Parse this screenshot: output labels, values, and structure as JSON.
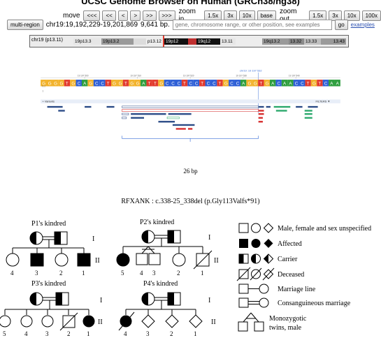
{
  "ucsc": {
    "title": "UCSC Genome Browser on Human (GRCh38/hg38)",
    "move_label": "move",
    "move_buttons": [
      "<<<",
      "<<",
      "<",
      ">",
      ">>",
      ">>>"
    ],
    "zoom_in_label": "zoom in",
    "zoom_in_buttons": [
      "1.5x",
      "3x",
      "10x",
      "base"
    ],
    "zoom_out_label": "zoom out",
    "zoom_out_buttons": [
      "1.5x",
      "3x",
      "10x",
      "100x"
    ],
    "multi_region_label": "multi-region",
    "position": "chr19:19,192,229-19,201,869",
    "size": "9,641 bp.",
    "search_placeholder": "gene, chromosome range, or other position, see examples",
    "go_label": "go",
    "examples_label": "examples",
    "chromosome_label": "chr19 (p13.11)",
    "bands": [
      "19p13.3",
      "19p13.2",
      "p13.12",
      "19p12",
      "19q12",
      "13.11",
      "19q13.2",
      "13.32",
      "13.33",
      "13.43"
    ]
  },
  "browser": {
    "position_label": "chr19: 19 197 532",
    "tick_labels": [
      "19 197 500",
      "19 197 510",
      "19 197 520",
      "19 197 530",
      "19 197 540"
    ],
    "sequence": "GGGGTGCAGCCTGGTGGATTGCCCTCCTCCTGCCAGGTGACAACCTGTCAA",
    "variants_label": "+ Variants",
    "filters_label": "FILTERS ▼",
    "track_numbers": [
      "0.1",
      "1"
    ],
    "span_label": "26 bp"
  },
  "pedigrees": {
    "title": "RFXANK : c.338-25_338del (p.Gly113Valfs*91)",
    "kindreds": [
      {
        "name": "P1's kindred",
        "gen1": "I",
        "gen2": "II",
        "children": [
          "4",
          "3",
          "2",
          "1"
        ]
      },
      {
        "name": "P2's kindred",
        "gen1": "I",
        "gen2": "II",
        "children": [
          "5",
          "4",
          "3",
          "2",
          "1"
        ]
      },
      {
        "name": "P3's kindred",
        "gen1": "I",
        "gen2": "II",
        "children": [
          "5",
          "4",
          "3",
          "2",
          "1"
        ]
      },
      {
        "name": "P4's kindred",
        "gen1": "I",
        "gen2": "II",
        "children": [
          "4",
          "3",
          "2",
          "1"
        ]
      }
    ],
    "legend": [
      "Male, female and sex unspecified",
      "Affected",
      "Carrier",
      "Deceased",
      "Marriage line",
      "Consanguineous marriage",
      "Monozygotic",
      "twins, male"
    ]
  },
  "colors": {
    "A": "#2e9e3e",
    "C": "#2e5fd6",
    "G": "#f2b22a",
    "T": "#e23b2e",
    "variant_blue": "#2a4a86",
    "variant_red": "#d62b2b",
    "variant_green": "#2aa86b"
  }
}
